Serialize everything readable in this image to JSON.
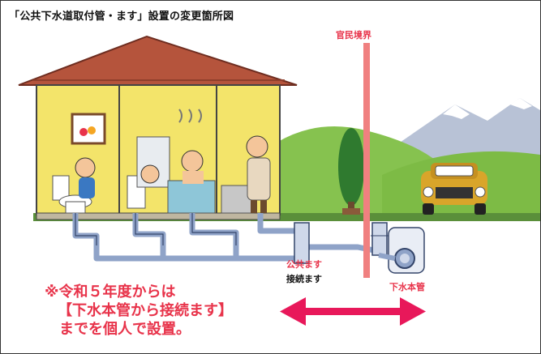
{
  "title": "「公共下水道取付管・ます」設置の変更箇所図",
  "labels": {
    "boundary": "官民境界",
    "public_basin": "公共ます",
    "connection_basin": "接続ます",
    "sewer_main": "下水本管"
  },
  "note": {
    "line1": "※令和５年度からは",
    "line2": "【下水本管から接続ます】",
    "line3": "までを個人で設置。"
  },
  "colors": {
    "accent_red": "#e8334a",
    "boundary_line": "#f08080",
    "wall": "#f3e46a",
    "roof": "#b5543c",
    "pipe": "#8fa3c8",
    "hill": "#7cbf4a"
  }
}
